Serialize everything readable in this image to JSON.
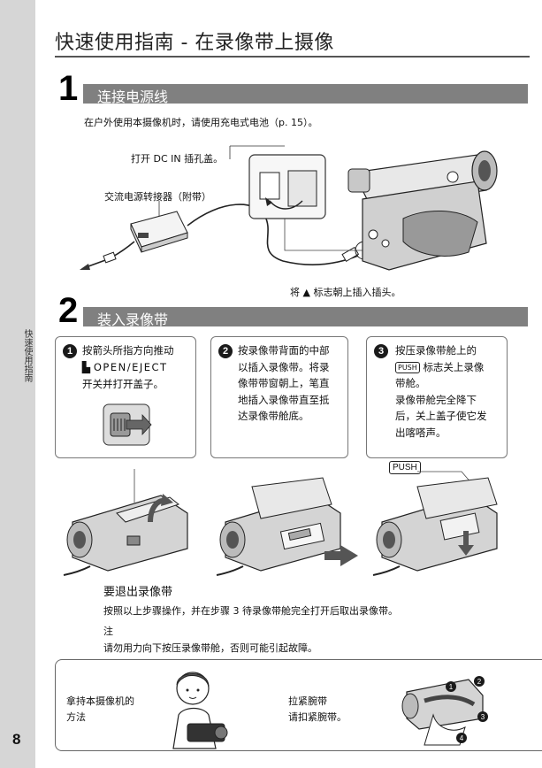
{
  "sidebar": {
    "label": "快速使用指南",
    "page_number": "8"
  },
  "page": {
    "title": "快速使用指南 - 在录像带上摄像"
  },
  "step1": {
    "number": "1",
    "heading": "连接电源线",
    "intro": "在户外使用本摄像机时，请使用充电式电池（p. 15）。",
    "callout_open": "打开 DC IN 插孔盖。",
    "callout_adapter": "交流电源转接器（附带）",
    "callout_plug": "将 ▲ 标志朝上插入插头。"
  },
  "step2": {
    "number": "2",
    "heading": "装入录像带",
    "instructions": [
      {
        "num": "1",
        "lines": [
          "按箭头所指方向推动",
          "OPEN/EJECT",
          "开关并打开盖子。"
        ]
      },
      {
        "num": "2",
        "lines": [
          "按录像带背面的中部",
          "以插入录像带。将录",
          "像带带窗朝上，笔直",
          "地插入录像带直至抵",
          "达录像带舱底。"
        ]
      },
      {
        "num": "3",
        "lines": [
          "按压录像带舱上的",
          "标志关上录像",
          "带舱。",
          "录像带舱完全降下",
          "后，关上盖子使它发",
          "出喀嗒声。"
        ]
      }
    ],
    "push_label": "PUSH",
    "push_badge": "PUSH"
  },
  "eject": {
    "heading": "要退出录像带",
    "text": "按照以上步骤操作，并在步骤 3 待录像带舱完全打开后取出录像带。"
  },
  "note": {
    "heading": "注",
    "text": "请勿用力向下按压录像带舱，否则可能引起故障。"
  },
  "tips": {
    "hold_line1": "拿持本摄像机的",
    "hold_line2": "方法",
    "strap_line1": "拉紧腕带",
    "strap_line2": "请扣紧腕带。",
    "strap_marks": [
      "1",
      "2",
      "3",
      "4"
    ]
  },
  "colors": {
    "bar": "#808080",
    "sidebar": "#d6d6d6"
  }
}
